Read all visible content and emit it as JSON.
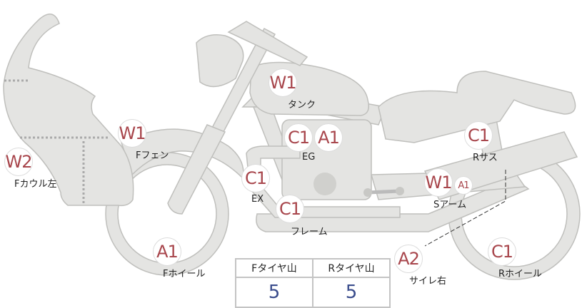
{
  "parts": {
    "tank": {
      "label": "タンク",
      "badges": [
        "W1"
      ]
    },
    "engine": {
      "label": "EG",
      "badges": [
        "C1",
        "A1"
      ]
    },
    "front_fender": {
      "label": "Fフェン",
      "badges": [
        "W1"
      ]
    },
    "front_cowl_left": {
      "label": "Fカウル左",
      "badges": [
        "W2"
      ]
    },
    "exhaust": {
      "label": "EX",
      "badges": [
        "C1"
      ]
    },
    "frame": {
      "label": "フレーム",
      "badges": [
        "C1"
      ]
    },
    "rear_suspension": {
      "label": "Rサス",
      "badges": [
        "C1"
      ]
    },
    "swingarm": {
      "label": "Sアーム",
      "badges": [
        "W1",
        "A1"
      ]
    },
    "front_wheel": {
      "label": "Fホイール",
      "badges": [
        "A1"
      ]
    },
    "silencer_right": {
      "label": "サイレ右",
      "badges": [
        "A2"
      ]
    },
    "rear_wheel": {
      "label": "Rホイール",
      "badges": [
        "C1"
      ]
    }
  },
  "tire_table": {
    "headers": [
      "Fタイヤ山",
      "Rタイヤ山"
    ],
    "values": [
      "5",
      "5"
    ]
  },
  "colors": {
    "badge_text": "#a8464c",
    "part_fill": "#e4e4e2",
    "part_stroke": "#bfbfbc",
    "value_text": "#3a4c8c"
  }
}
